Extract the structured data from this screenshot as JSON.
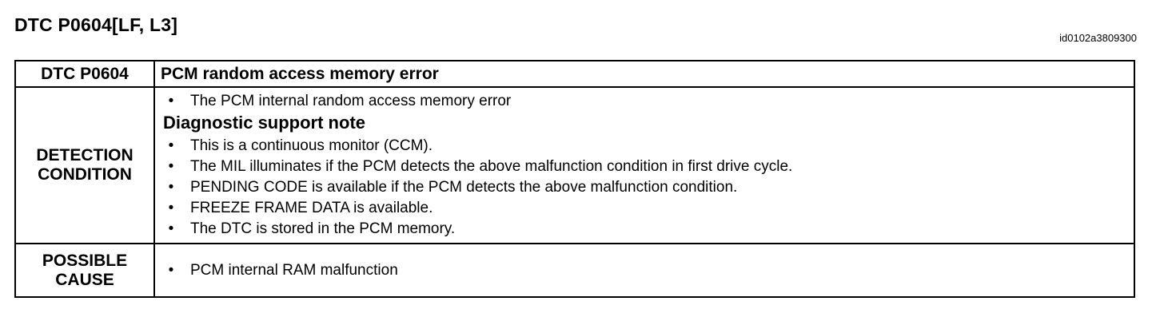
{
  "document": {
    "title": "DTC P0604[LF, L3]",
    "id_code": "id0102a3809300"
  },
  "table": {
    "header": {
      "label": "DTC P0604",
      "description": "PCM random access memory error"
    },
    "detection": {
      "label_line1": "DETECTION",
      "label_line2": "CONDITION",
      "bullets_top": [
        "The PCM internal random access memory error"
      ],
      "note_heading": "Diagnostic support note",
      "bullets_note": [
        "This is a continuous monitor (CCM).",
        "The MIL illuminates if the PCM detects the above malfunction condition in first drive cycle.",
        "PENDING CODE is available if the PCM detects the above malfunction condition.",
        "FREEZE FRAME DATA is available.",
        "The DTC is stored in the PCM memory."
      ]
    },
    "cause": {
      "label_line1": "POSSIBLE",
      "label_line2": "CAUSE",
      "bullets": [
        "PCM internal RAM malfunction"
      ]
    },
    "bullet_glyph": "•"
  }
}
